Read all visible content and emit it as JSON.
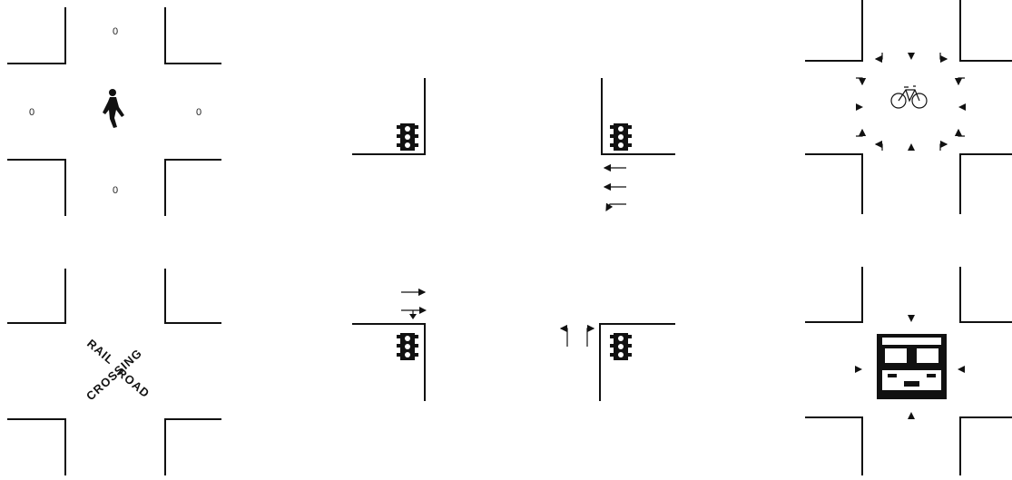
{
  "panels": {
    "pedestrian": {
      "counts": {
        "north": "0",
        "south": "0",
        "west": "0",
        "east": "0"
      },
      "icon": "pedestrian-icon"
    },
    "signal_thru": {
      "icon": "traffic-light-icon"
    },
    "signal_left_lanes": {
      "icon": "traffic-light-icon"
    },
    "bicycle": {
      "icon": "bicycle-icon"
    },
    "railroad": {
      "line1": "RAIL",
      "line1b": "ROAD",
      "line2": "CROSSING"
    },
    "signal_right_lanes": {
      "icon": "traffic-light-icon"
    },
    "signal_bottom_lanes": {
      "icon": "traffic-light-icon"
    },
    "bus": {
      "icon": "bus-icon"
    }
  },
  "colors": {
    "line": "#111111",
    "background": "#ffffff"
  }
}
